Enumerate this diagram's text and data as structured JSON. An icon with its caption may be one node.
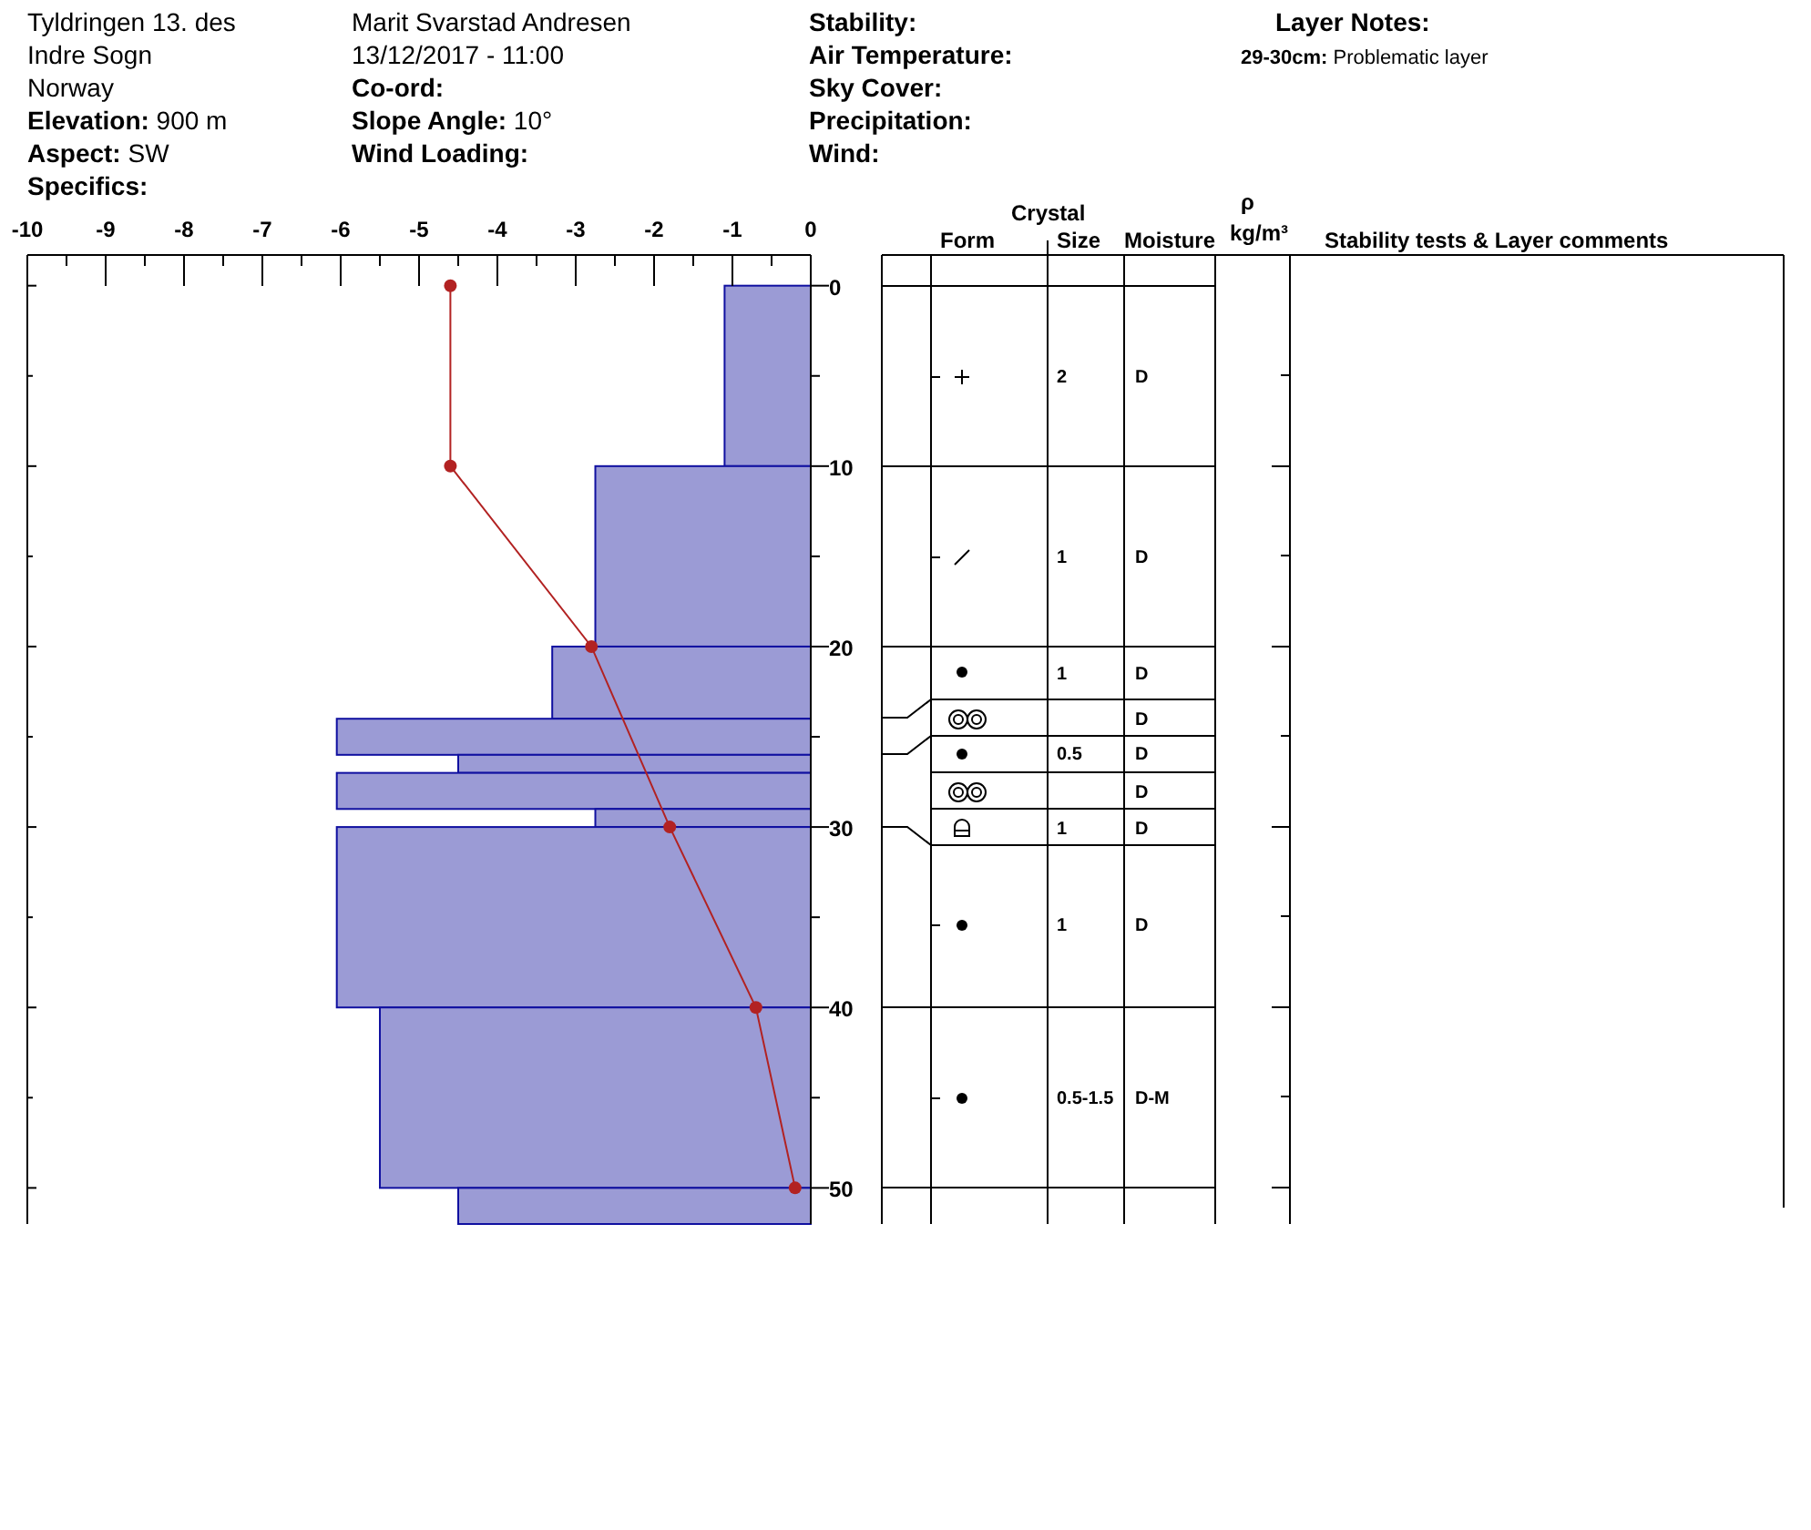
{
  "diagram": {
    "labels": [
      "Tyldringen 13. des",
      "Indre Sogn",
      "Norway",
      "**Elevation:** 900 m",
      "**Aspect:** SW",
      "Specifics:",
      "Marit Svarstad Andresen",
      "13/12/2017 - 11:00",
      "Co-ord:",
      "**Slope Angle:** 10°",
      "Wind Loading:",
      "Stability:",
      "Air Temperature:",
      "Sky Cover:",
      "Precipitation:",
      "Wind:",
      "Layer Notes:",
      "**29-30cm:** Problematic layer",
      "Crystal",
      "ρ",
      "Form",
      "Size",
      "Moisture",
      "kg/m³",
      "Stability tests & Layer comments",
      "2",
      "D",
      "1",
      "D",
      "1",
      "D",
      "D",
      "0.5",
      "D",
      "D",
      "1",
      "D",
      "1",
      "D",
      "0.5-1.5",
      "D-M"
    ],
    "chart_data": {
      "type": "line",
      "x": [
        -4.6,
        -4.6,
        -2.8,
        -1.8,
        -0.7,
        -0.2
      ],
      "series": [
        {
          "color": "#b22222",
          "marker": "circle",
          "values": [
            0,
            10,
            20,
            30,
            40,
            50
          ]
        }
      ],
      "xticks": [
        -10,
        -9,
        -8,
        -7,
        -6,
        -5,
        -4,
        -3,
        -2,
        -1,
        0
      ],
      "yticks": [
        0,
        10,
        20,
        30,
        40,
        50
      ],
      "xlim": [
        -10,
        0
      ],
      "ylim": [
        52,
        -1.7
      ]
    }
  }
}
